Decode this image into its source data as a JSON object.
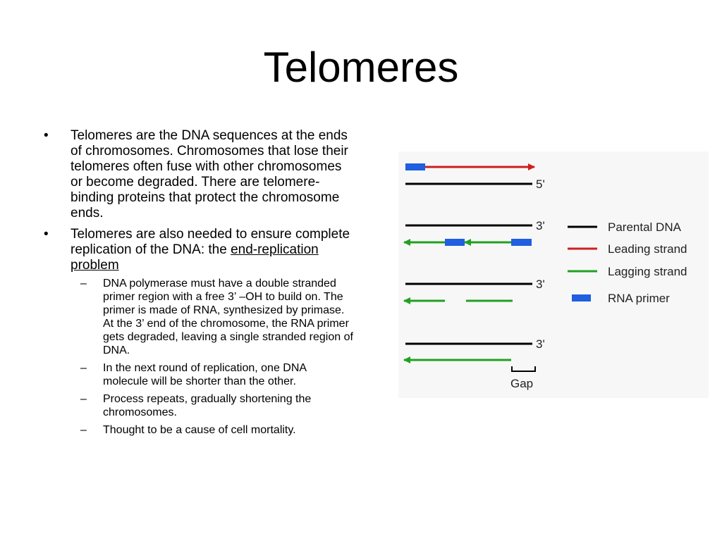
{
  "slide": {
    "title": "Telomeres",
    "bullets": [
      {
        "text": "Telomeres are the DNA sequences at the ends of chromosomes. Chromosomes that lose their telomeres often fuse with other chromosomes or become degraded. There are telomere-binding proteins that protect the chromosome ends."
      },
      {
        "text": "Telomeres are also needed to ensure complete replication of the DNA: the ",
        "link_text": "end-replication problem",
        "subitems": [
          " DNA polymerase must have a double stranded primer region with a free 3’ –OH to build on.  The primer is made of RNA, synthesized by primase.  At the 3’ end of the chromosome, the RNA primer gets degraded, leaving a single stranded region of DNA.",
          "In the next round of replication, one DNA molecule will be shorter than the other.",
          "Process repeats, gradually shortening the chromosomes.",
          "Thought to be a cause of cell mortality."
        ]
      }
    ],
    "bullet_symbol": "•",
    "dash_symbol": "–"
  },
  "diagram": {
    "end_labels": [
      "5'",
      "3'",
      "3'",
      "3'"
    ],
    "gap_label": "Gap",
    "legend": [
      {
        "label": "Parental DNA",
        "color": "#000000"
      },
      {
        "label": "Leading strand",
        "color": "#cc1f1f"
      },
      {
        "label": "Lagging strand",
        "color": "#22a022"
      },
      {
        "label": "RNA primer",
        "color": "#1f5fe0"
      }
    ]
  }
}
